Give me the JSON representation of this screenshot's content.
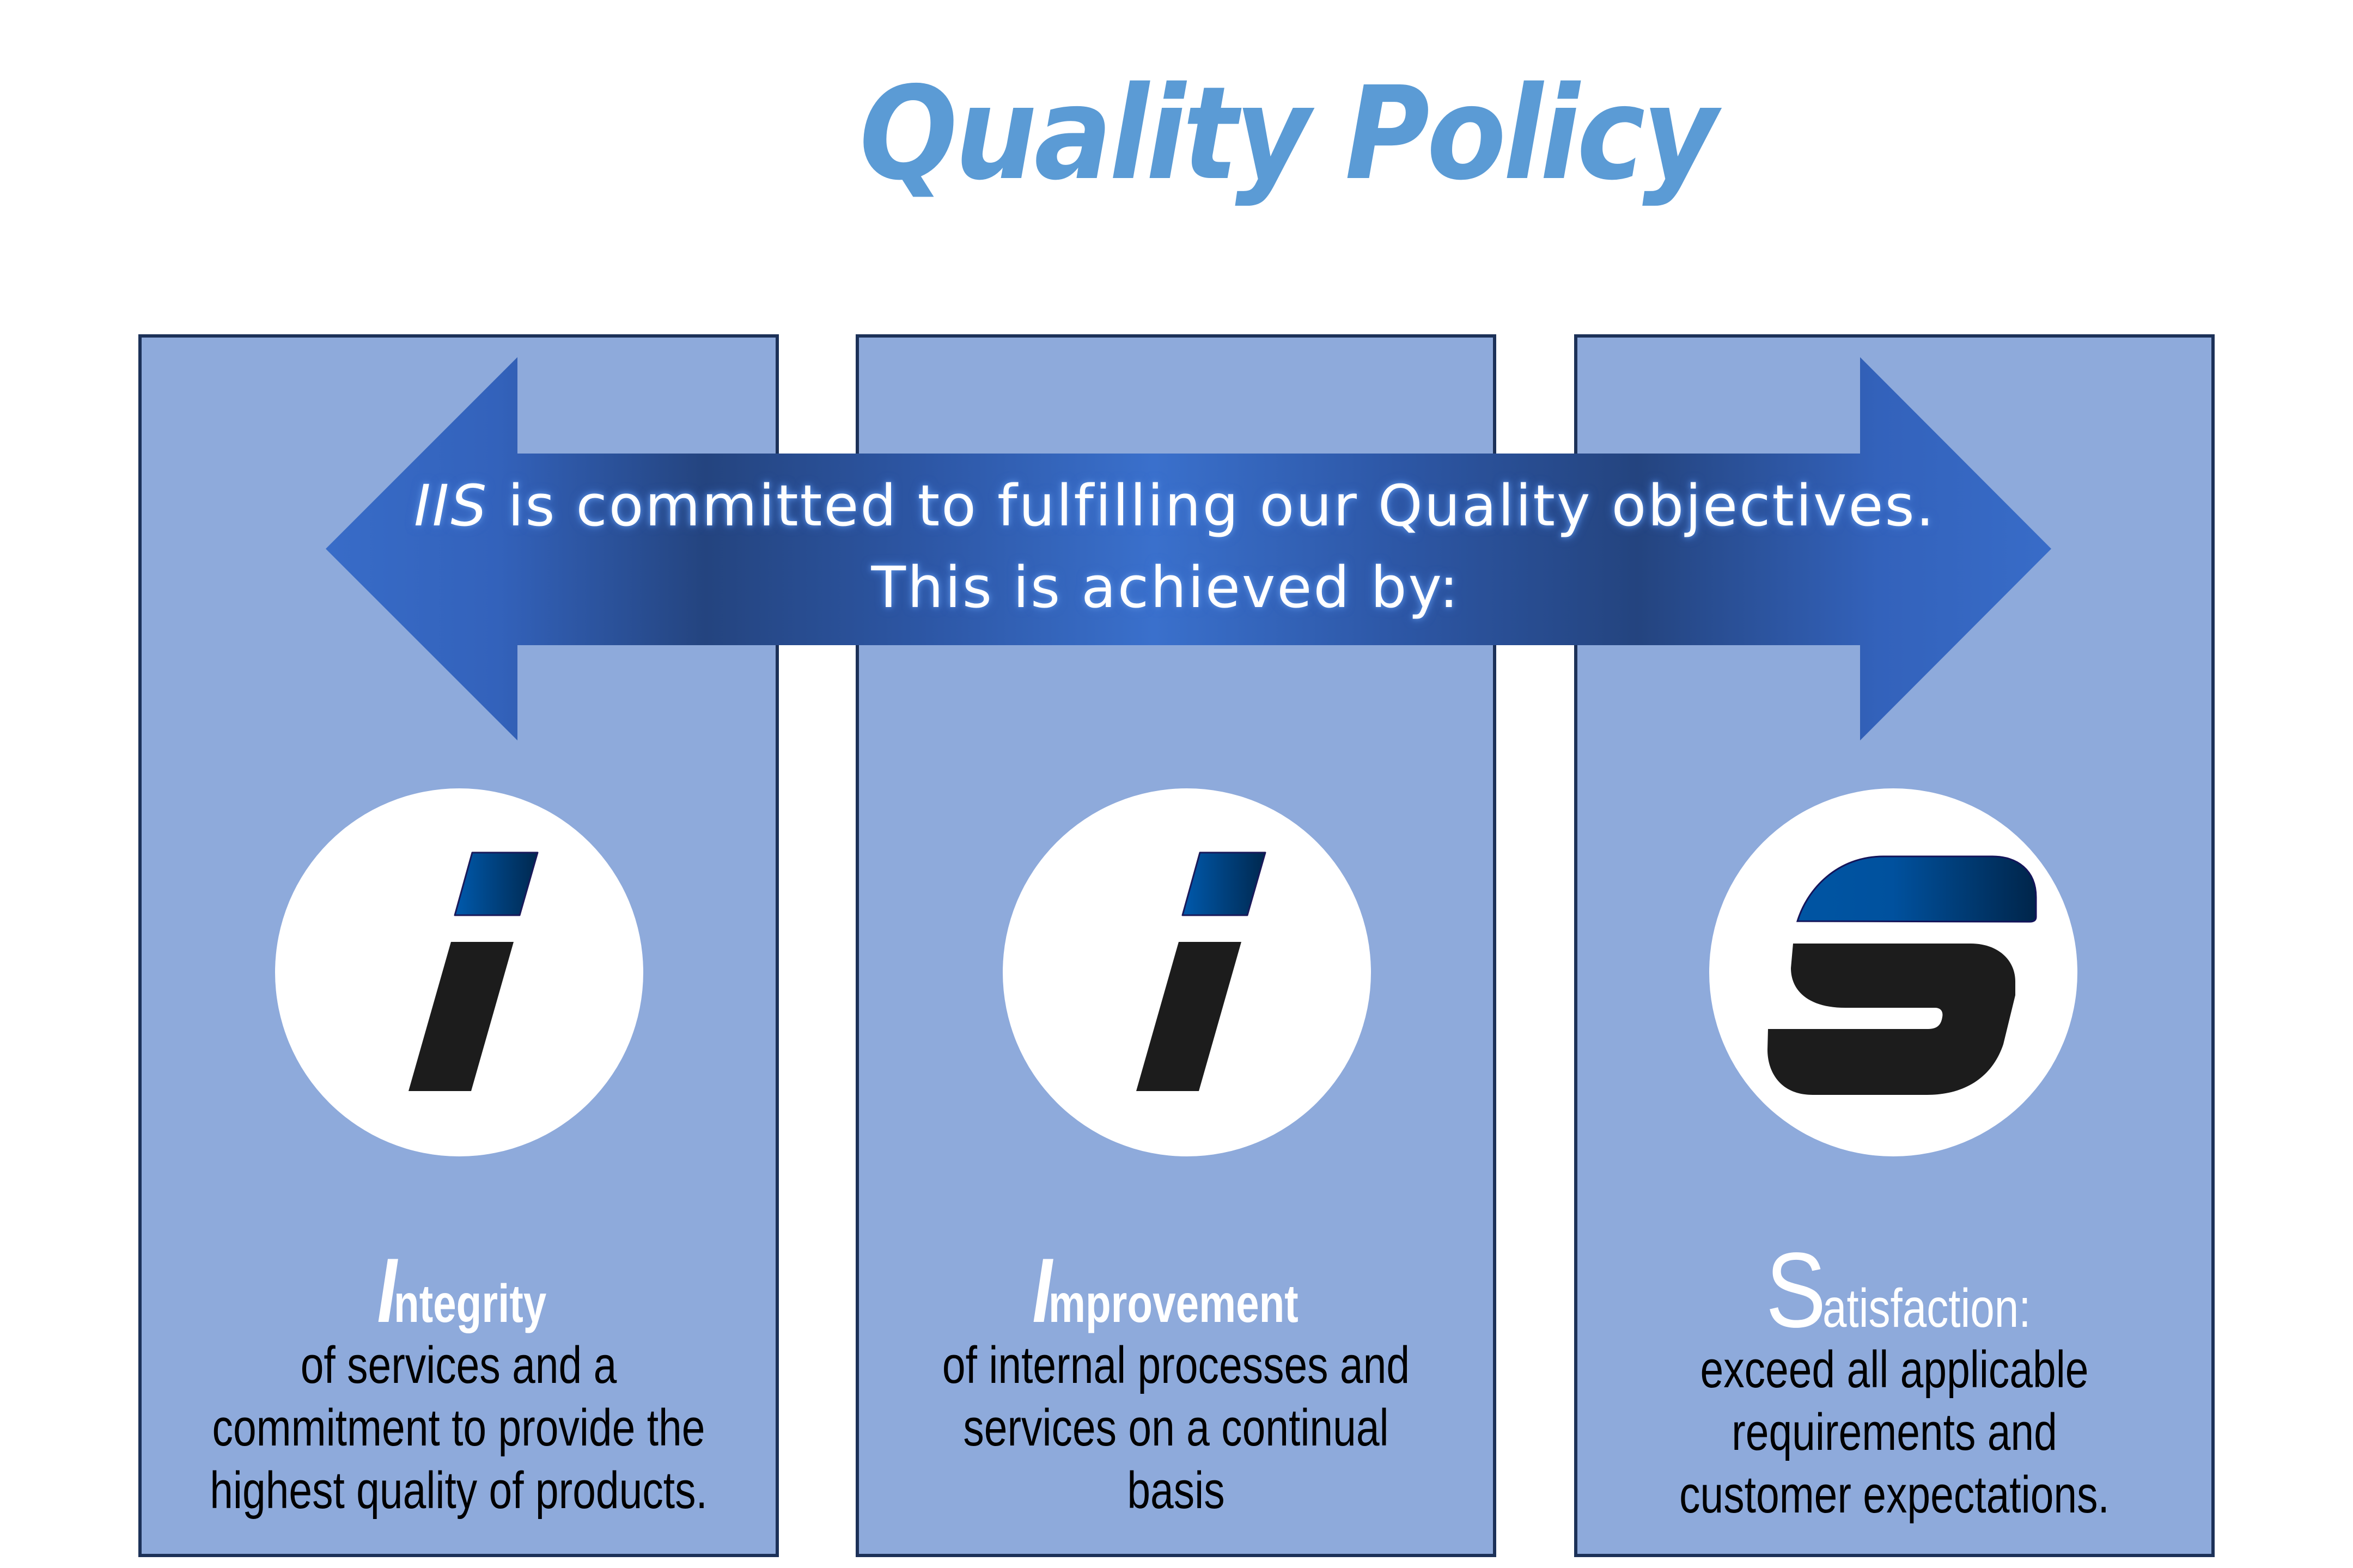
{
  "title": "Quality Policy",
  "colors": {
    "title": "#5b9bd5",
    "panel_fill": "#8eaadb",
    "panel_border": "#1c3158",
    "arrow_light": "#3a6fc8",
    "arrow_dark": "#24447f",
    "logo_blue": "#00529b",
    "logo_dark_blue": "#002a50",
    "logo_black": "#1c1c1c"
  },
  "banner": {
    "brand": "IIS",
    "line1_rest": " is committed to fulfilling our Quality objectives.",
    "line2": "This is achieved by:"
  },
  "pillars": [
    {
      "logo": "i-logo-icon",
      "heading_initial": "I",
      "heading_rest": "ntegrity",
      "body_lines": [
        "of services and a",
        "commitment to provide the",
        "highest quality of products."
      ]
    },
    {
      "logo": "i-logo-icon",
      "heading_initial": "I",
      "heading_rest": "mprovement",
      "body_lines": [
        "of internal processes and",
        "services on a continual",
        "basis"
      ]
    },
    {
      "logo": "s-logo-icon",
      "heading_initial": "S",
      "heading_rest": "atisfaction:",
      "body_lines": [
        "exceed all applicable",
        "requirements and",
        "customer expectations."
      ]
    }
  ]
}
